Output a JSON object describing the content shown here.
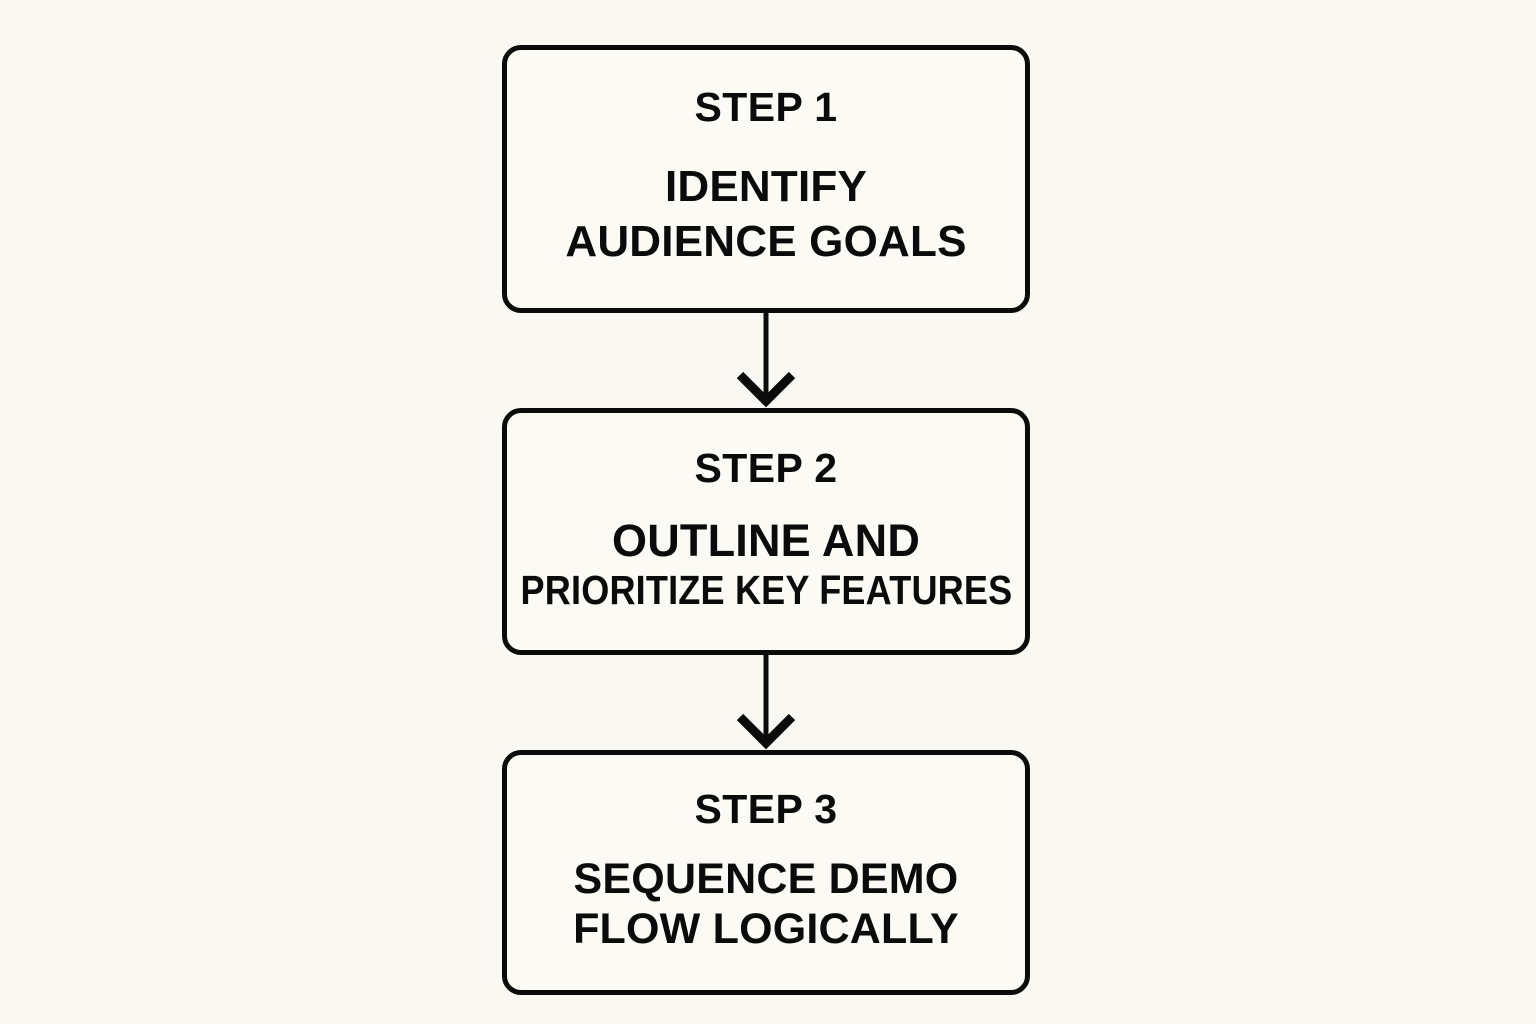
{
  "page": {
    "title": "Demo Planning Flowchart",
    "background_color": "#faf8f2",
    "stroke_color": "#0b0b0b",
    "box_fill_color": "#fbfaf5"
  },
  "flow": {
    "steps": [
      {
        "heading": "STEP 1",
        "line_a": "IDENTIFY",
        "line_b": "AUDIENCE GOALS"
      },
      {
        "heading": "STEP 2",
        "line_a": "OUTLINE AND",
        "line_b": "PRIORITIZE KEY FEATURES"
      },
      {
        "heading": "STEP 3",
        "line_a": "SEQUENCE DEMO",
        "line_b": "FLOW LOGICALLY"
      }
    ],
    "connectors": [
      {
        "from": "STEP 1",
        "to": "STEP 2",
        "direction": "down"
      },
      {
        "from": "STEP 2",
        "to": "STEP 3",
        "direction": "down"
      }
    ]
  }
}
